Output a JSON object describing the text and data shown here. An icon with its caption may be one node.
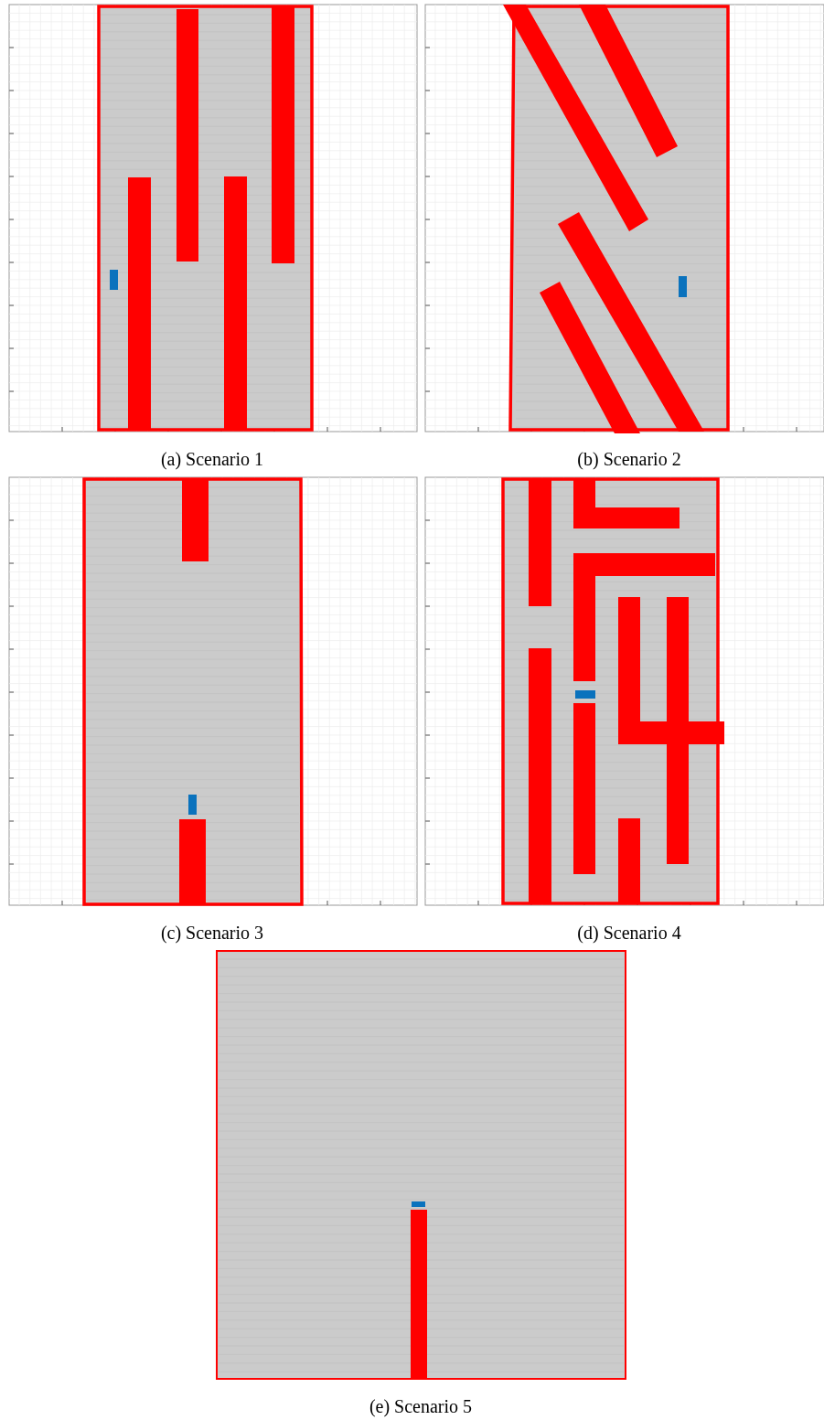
{
  "diagram": {
    "labels": [
      "(a) Scenario 1",
      "(b) Scenario 2",
      "(c) Scenario 3",
      "(d) Scenario 4",
      "(e) Scenario 5"
    ]
  }
}
